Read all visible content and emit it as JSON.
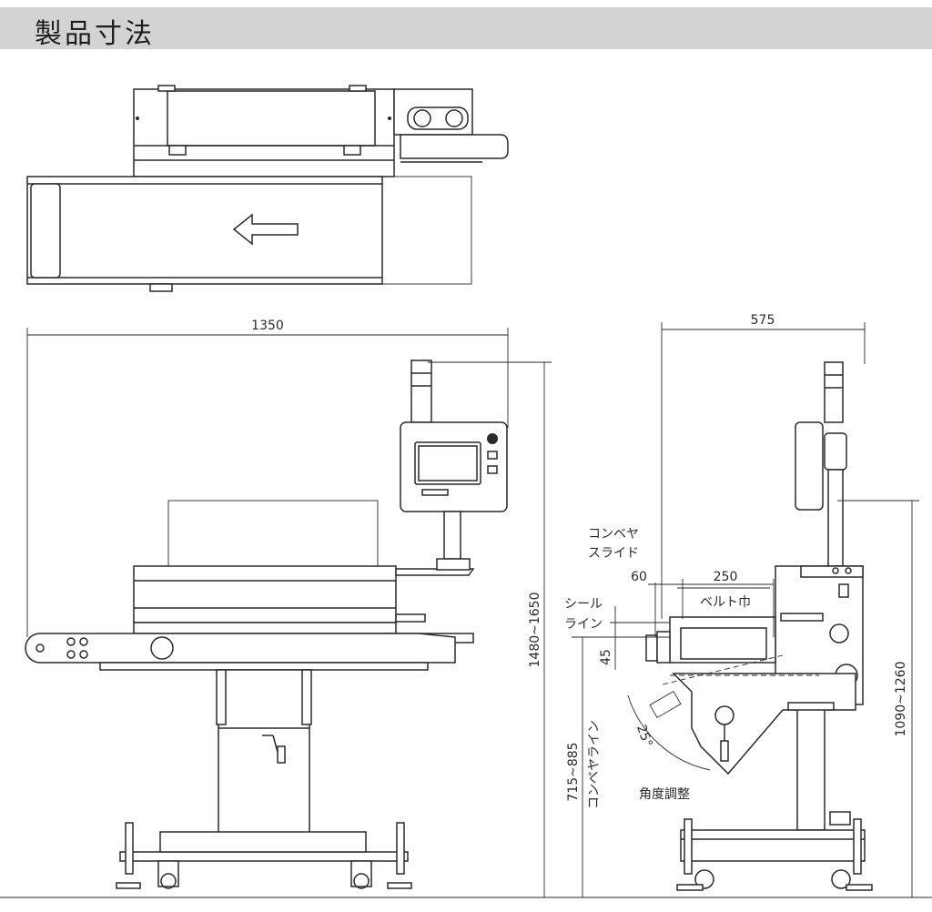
{
  "page": {
    "title": "製品寸法",
    "header_bg": "#d3d3d3",
    "line_color": "#2a2a2a"
  },
  "front_view": {
    "width_dim": "1350",
    "height_dim": "1480~1650"
  },
  "side_view": {
    "width_dim": "575",
    "height_dim": "1090~1260",
    "conveyor_slide_label_1": "コンベヤ",
    "conveyor_slide_label_2": "スライド",
    "slide_dim": "60",
    "belt_dim": "250",
    "belt_width_label": "ベルト巾",
    "seal_line_label_1": "シール",
    "seal_line_label_2": "ライン",
    "seal_offset_dim": "45",
    "conveyor_height_dim": "715~885",
    "conveyor_line_label": "コンベヤライン",
    "angle_value": "25°",
    "angle_adjust_label": "角度調整"
  },
  "top_view": {
    "direction_icon": "arrow-left-icon"
  }
}
